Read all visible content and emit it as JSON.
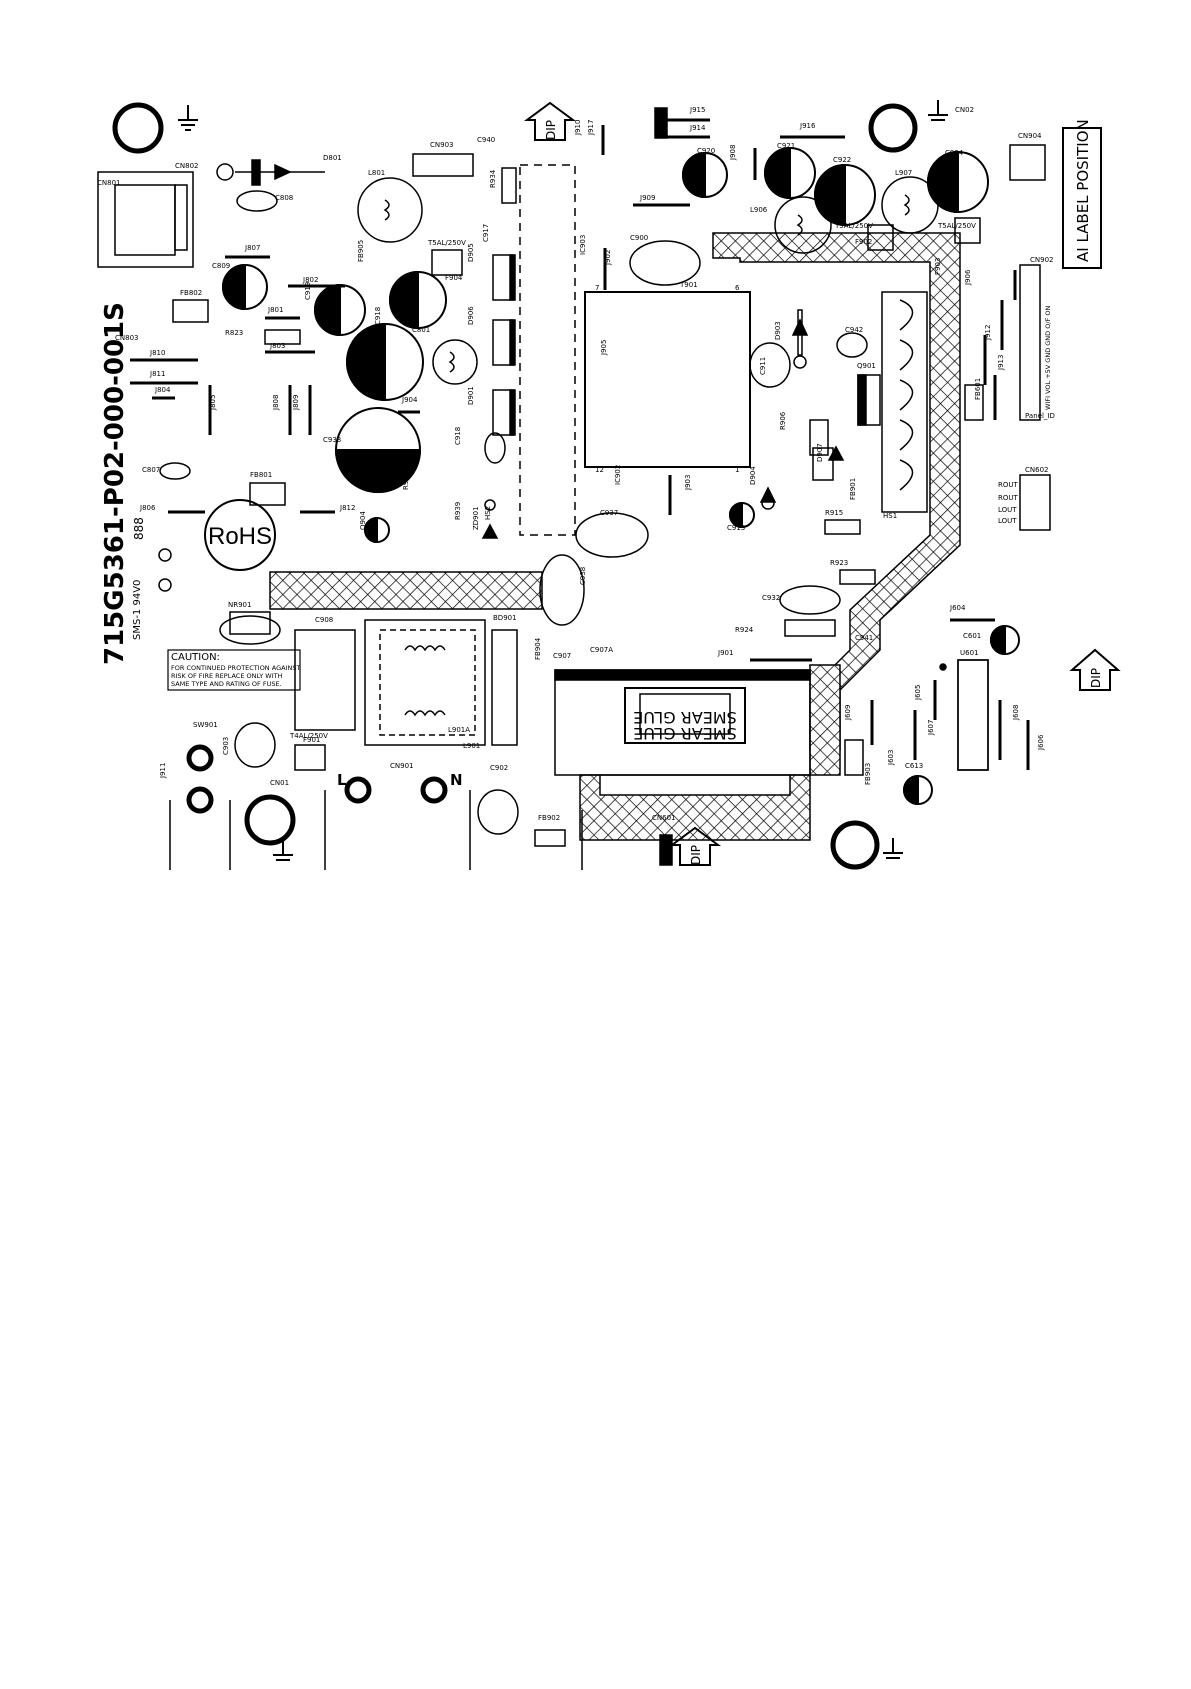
{
  "board": {
    "part_number": "715G5361-P02-000-001S",
    "rohs": "RoHS",
    "label_position": "AI LABEL POSITION",
    "ul_text": "SMS-1 94V0",
    "date_code": "888",
    "caution_title": "CAUTION:",
    "caution_lines": [
      "FOR CONTINUED PROTECTION AGAINST",
      "RISK OF FIRE REPLACE ONLY WITH",
      "SAME TYPE AND RATING OF FUSE."
    ],
    "smear_glue": "SMEAR GLUE",
    "dip": "DIP",
    "line_l": "L",
    "line_n": "N"
  },
  "components": {
    "connectors": [
      "CN801",
      "CN802",
      "CN803",
      "CN903",
      "CN904",
      "CN902",
      "CN602",
      "CN901",
      "CN601",
      "CN01",
      "CN02"
    ],
    "capacitors": [
      "C808",
      "C809",
      "C919",
      "C918",
      "C801",
      "C933",
      "C807",
      "C940",
      "C917",
      "C900",
      "C920",
      "C921",
      "C922",
      "C934",
      "C942",
      "C911",
      "C918",
      "C937",
      "C938",
      "C932",
      "C913",
      "C908",
      "C907",
      "C907A",
      "C903",
      "C902",
      "C941",
      "C601",
      "C613"
    ],
    "inductors": [
      "L801",
      "L907",
      "L906",
      "L901",
      "L901A"
    ],
    "fuses": [
      "F904",
      "F902",
      "F903",
      "F901"
    ],
    "fuse_ratings": [
      "T5AL/250V",
      "T5AL/250V",
      "T5AL/250V",
      "T4AL/250V"
    ],
    "diodes": [
      "D801",
      "D903",
      "D905",
      "D906",
      "D901",
      "D904",
      "D907",
      "ZD901"
    ],
    "transistors": [
      "Q901",
      "Q904"
    ],
    "resistors": [
      "R823",
      "R934",
      "R906",
      "R915",
      "R923",
      "R924",
      "R904",
      "R939"
    ],
    "jumpers": [
      "J807",
      "J802",
      "J801",
      "J803",
      "J810",
      "J811",
      "J804",
      "J805",
      "J808",
      "J809",
      "J904",
      "J806",
      "J812",
      "J910",
      "J917",
      "J915",
      "J914",
      "J916",
      "J909",
      "J908",
      "J902",
      "J905",
      "J906",
      "J912",
      "J913",
      "J903",
      "J901",
      "J604",
      "J605",
      "J607",
      "J608",
      "J606",
      "J609",
      "J603",
      "J911"
    ],
    "ferrite_beads": [
      "FB802",
      "FB801",
      "FB905",
      "FB904",
      "FB901",
      "FB903",
      "FB902",
      "FB601"
    ],
    "ics": [
      "IC903",
      "IC902",
      "U601"
    ],
    "other": [
      "T901",
      "HS1",
      "HS2",
      "BD901",
      "NR901",
      "SW901"
    ],
    "pin_labels_cn902": "WIFI VOL +5V GND GND O/F ON",
    "panel_label": "Panel_ID",
    "audio_pins": [
      "ROUT",
      "ROUT",
      "LOUT",
      "LOUT"
    ],
    "t901_pins": [
      "7",
      "6",
      "12",
      "1"
    ]
  }
}
